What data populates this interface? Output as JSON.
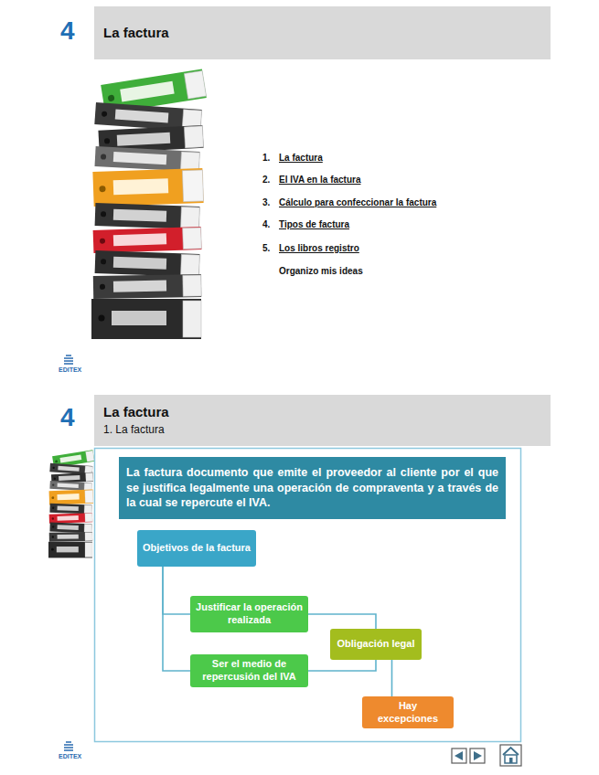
{
  "diagram": {
    "nodes": [
      {
        "text": [
          "La factura"
        ]
      },
      {
        "text": [
          "La factura",
          "1. La factura"
        ]
      },
      {
        "text": [
          "La factura documento que emite el proveedor al cliente por el que se justifica legalmente una operación de compraventa y a través de la cual se repercute el IVA."
        ]
      },
      {
        "text": [
          "Objetivos de la factura"
        ]
      },
      {
        "text": [
          "Justificar la operación realizada"
        ]
      },
      {
        "text": [
          "Ser el medio de repercusión del IVA"
        ]
      },
      {
        "text": [
          "Obligación legal"
        ]
      },
      {
        "text": [
          "Hay excepciones"
        ]
      }
    ],
    "edges": [
      {
        "from": 3,
        "to": 4,
        "arrow": "none"
      },
      {
        "from": 3,
        "to": 5,
        "arrow": "none"
      },
      {
        "from": 4,
        "to": 6,
        "arrow": "none"
      },
      {
        "from": 5,
        "to": 6,
        "arrow": "none"
      },
      {
        "from": 6,
        "to": 7,
        "arrow": "none"
      }
    ],
    "labels": [
      "4",
      "1.",
      "La factura",
      "2.",
      "El IVA en la factura",
      "3.",
      "Cálculo para confeccionar la factura",
      "4.",
      "Tipos de factura",
      "5.",
      "Los libros registro",
      "Organizo mis ideas",
      "EDITEX",
      "4",
      "EDITEX"
    ]
  }
}
